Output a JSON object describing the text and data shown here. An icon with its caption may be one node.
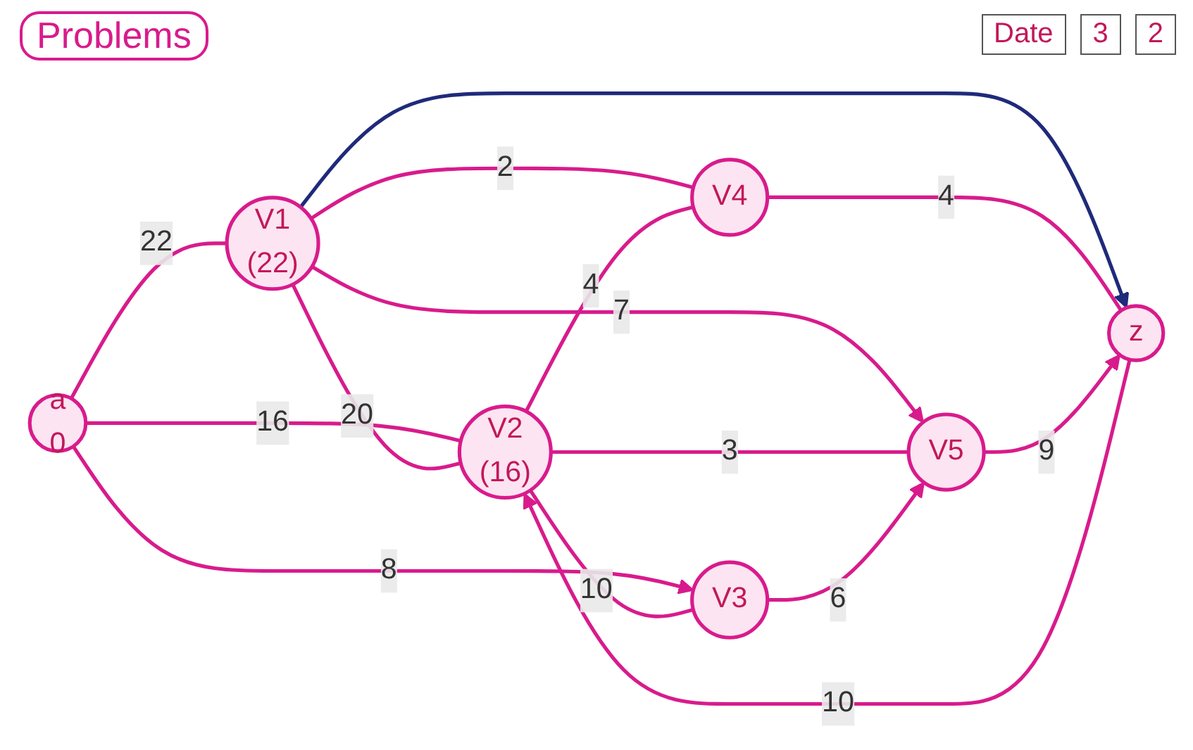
{
  "diagram": {
    "title": "Problems",
    "nodes": [
      {
        "text": [
          "a",
          "0"
        ]
      },
      {
        "text": [
          "V1",
          "(22)"
        ]
      },
      {
        "text": [
          "V2",
          "(16)"
        ]
      },
      {
        "text": [
          "V3"
        ]
      },
      {
        "text": [
          "V4"
        ]
      },
      {
        "text": [
          "V5"
        ]
      },
      {
        "text": [
          "z"
        ]
      }
    ],
    "edges": [
      {
        "from": 0,
        "to": 1,
        "label": "22",
        "arrow": "none"
      },
      {
        "from": 0,
        "to": 2,
        "label": "16",
        "arrow": "none"
      },
      {
        "from": 0,
        "to": 3,
        "label": "8",
        "arrow": "to"
      },
      {
        "from": 1,
        "to": 2,
        "label": "20",
        "arrow": "none"
      },
      {
        "from": 1,
        "to": 4,
        "label": "2",
        "arrow": "none"
      },
      {
        "from": 1,
        "to": 5,
        "label": "7",
        "arrow": "to"
      },
      {
        "from": 1,
        "to": 6,
        "arrow": "to",
        "color": "#1f2a7a"
      },
      {
        "from": 2,
        "to": 4,
        "label": "4",
        "arrow": "none"
      },
      {
        "from": 6,
        "to": 2,
        "label": "10",
        "arrow": "to"
      },
      {
        "from": 2,
        "to": 3,
        "label": "10",
        "arrow": "none"
      },
      {
        "from": 2,
        "to": 5,
        "label": "3",
        "arrow": "none"
      },
      {
        "from": 3,
        "to": 5,
        "label": "6",
        "arrow": "to"
      },
      {
        "from": 4,
        "to": 6,
        "label": "4",
        "arrow": "none"
      },
      {
        "from": 5,
        "to": 6,
        "label": "9",
        "arrow": "to"
      }
    ],
    "labels": [
      "Date",
      "3",
      "2"
    ]
  }
}
